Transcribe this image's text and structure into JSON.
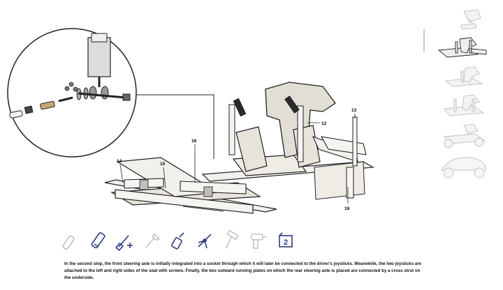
{
  "diagram": {
    "part_labels": {
      "p12": "12",
      "p13": "13",
      "p14": "14",
      "p15": "15",
      "p16": "16",
      "p18": "18"
    }
  },
  "toolbar": {
    "tools": [
      {
        "name": "dowel-icon",
        "active": false
      },
      {
        "name": "glue-stick-icon",
        "active": true
      },
      {
        "name": "screwdriver-icon",
        "active": true
      },
      {
        "name": "wrench-icon",
        "active": false
      },
      {
        "name": "oil-bottle-icon",
        "active": true
      },
      {
        "name": "pliers-icon",
        "active": true
      },
      {
        "name": "hammer-icon",
        "active": false
      },
      {
        "name": "drill-icon",
        "active": false
      },
      {
        "name": "step-box-icon",
        "active": true
      }
    ],
    "step_number": "2"
  },
  "description": "In the second step, the front steering axle is initially integrated into a socket through which it will later be connected to the driver's joysticks. Meanwhile, the two joysticks are attached to the left and right sides of the seat with screws. Finally, the two outward running plates on which the rear steering axle is placed are connected by a cross strut on the underside.",
  "steps": [
    {
      "name": "step-1-thumbnail",
      "active": false
    },
    {
      "name": "step-2-thumbnail",
      "active": true
    },
    {
      "name": "step-3-thumbnail",
      "active": false
    },
    {
      "name": "step-4-thumbnail",
      "active": false
    },
    {
      "name": "step-5-thumbnail",
      "active": false
    },
    {
      "name": "step-6-thumbnail",
      "active": false
    }
  ],
  "colors": {
    "ink": "#222222",
    "wood": "#f2f0ec",
    "wood_dark": "#cfcac2",
    "accent": "#2d3a80",
    "muted": "#c8c8c8"
  }
}
